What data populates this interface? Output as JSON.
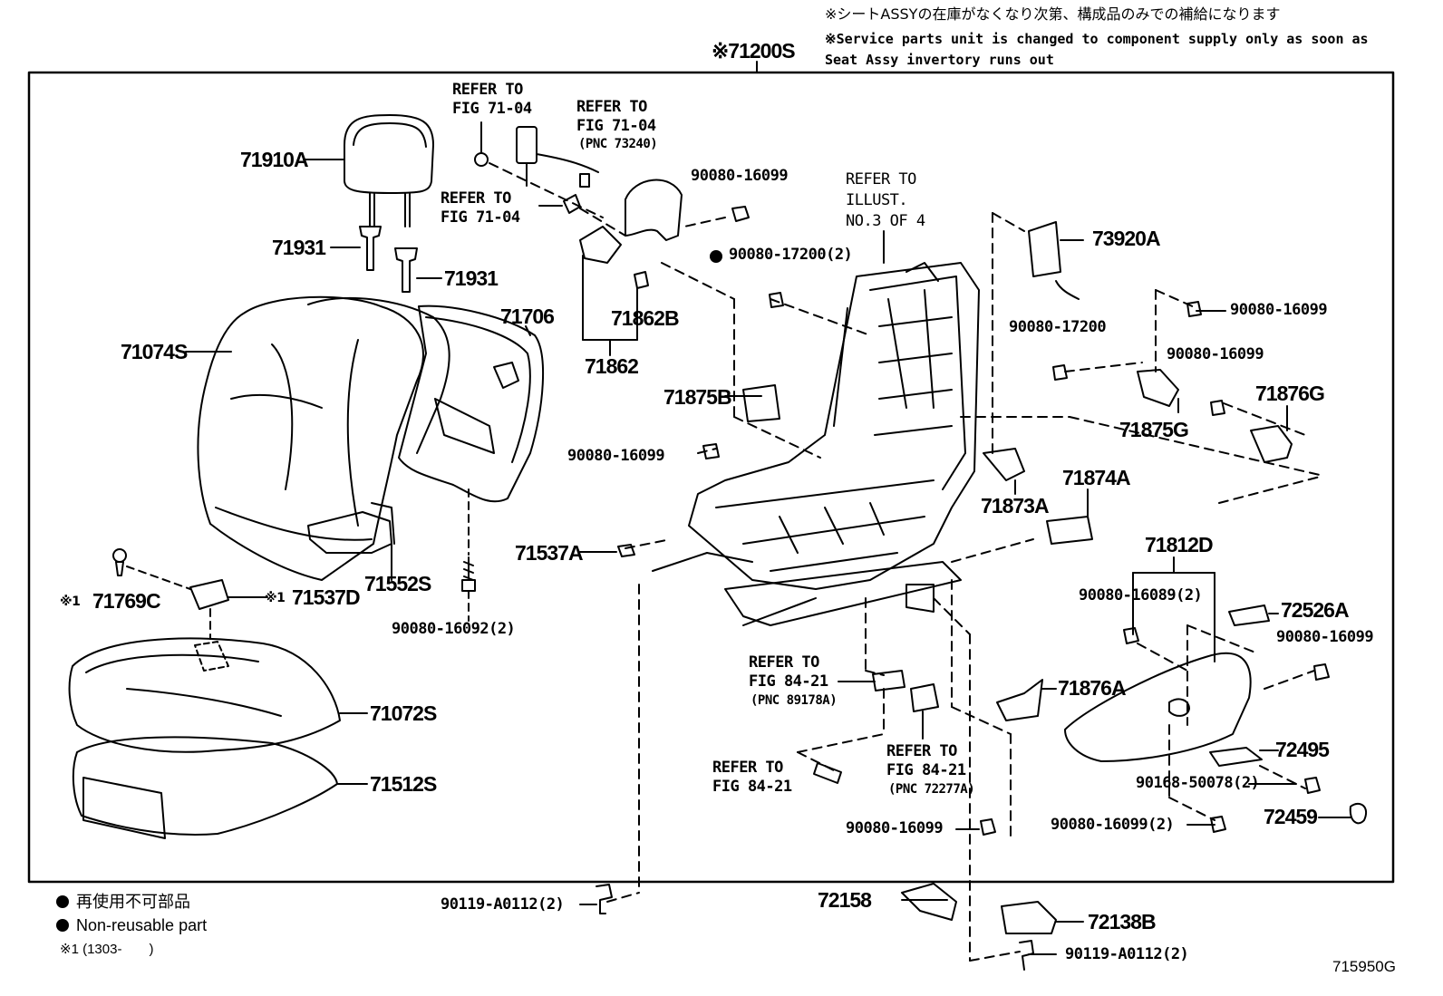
{
  "notes": {
    "jp": "※シートASSYの在庫がなくなり次第、構成品のみでの補給になります",
    "en_line1": "※Service parts unit is changed to component supply only as soon as",
    "en_line2": "Seat Assy invertory runs out"
  },
  "assembly_label": "※71200S",
  "parts": {
    "p71910A": "71910A",
    "p71931_a": "71931",
    "p71931_b": "71931",
    "p71074S": "71074S",
    "p71706": "71706",
    "p71552S": "71552S",
    "p71769C": "71769C",
    "p71537D": "71537D",
    "p71072S": "71072S",
    "p71512S": "71512S",
    "p90080_16092": "90080-16092(2)",
    "p71862B": "71862B",
    "p71862": "71862",
    "p71875B": "71875B",
    "p90080_16099_a": "90080-16099",
    "p90080_16099_b": "90080-16099",
    "p90080_16099_c": "90080-16099",
    "p90080_16099_d": "90080-16099",
    "p90080_16099_e": "90080-16099",
    "p90080_16099_f": "90080-16099",
    "p90080_16099_2": "90080-16099(2)",
    "p90080_17200_2": "90080-17200(2)",
    "p90080_17200": "90080-17200",
    "p73920A": "73920A",
    "p71875G": "71875G",
    "p71876G": "71876G",
    "p71873A": "71873A",
    "p71874A": "71874A",
    "p71537A": "71537A",
    "p71812D": "71812D",
    "p90080_16089": "90080-16089(2)",
    "p72526A": "72526A",
    "p71876A": "71876A",
    "p72495": "72495",
    "p90168_50078": "90168-50078(2)",
    "p72459": "72459",
    "p90119_a": "90119-A0112(2)",
    "p90119_b": "90119-A0112(2)",
    "p72158": "72158",
    "p72138B": "72138B"
  },
  "marks": {
    "m71769C": "※1",
    "m71537D": "※1"
  },
  "refs": {
    "r1_l1": "REFER TO",
    "r1_l2": "FIG 71-04",
    "r2_l1": "REFER TO",
    "r2_l2": "FIG 71-04",
    "r2_l3": "(PNC 73240)",
    "r3_l1": "REFER TO",
    "r3_l2": "FIG 71-04",
    "r4_l1": "REFER TO",
    "r4_l2": "ILLUST.",
    "r4_l3": "NO.3 OF 4",
    "r5_l1": "REFER TO",
    "r5_l2": "FIG 84-21",
    "r5_l3": "(PNC 89178A)",
    "r6_l1": "REFER TO",
    "r6_l2": "FIG 84-21",
    "r7_l1": "REFER TO",
    "r7_l2": "FIG 84-21",
    "r7_l3": "(PNC 72277A)"
  },
  "legend": {
    "jp": "再使用不可部品",
    "en": "Non-reusable part",
    "footnote": "※1 (1303-　　)"
  },
  "figure_code": "715950G"
}
